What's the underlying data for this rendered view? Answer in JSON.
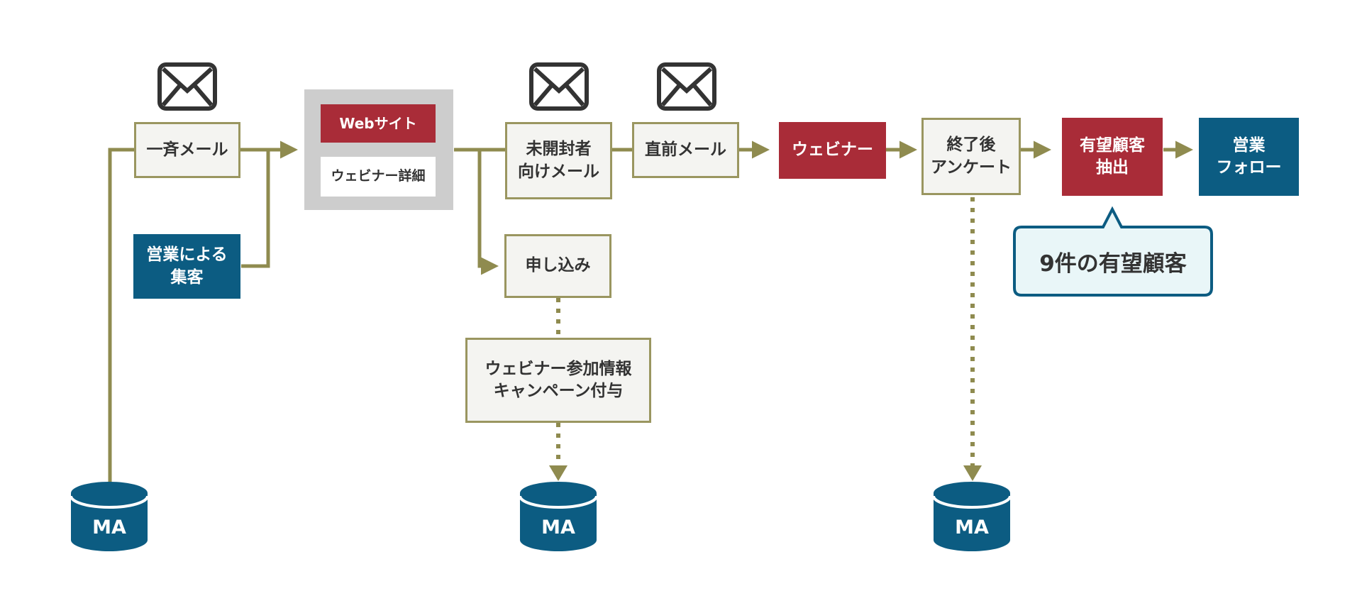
{
  "colors": {
    "olive": "#8f8b4f",
    "red": "#a92c38",
    "blue": "#0c5c82",
    "light_box_fill": "#f4f4f1",
    "callout_fill": "#e9f6f8",
    "frame_grey": "#cdcdcd"
  },
  "nodes": {
    "bulk_mail": "一斉メール",
    "sales_attract": "営業による\n集客",
    "website": "Webサイト",
    "webinar_detail": "ウェビナー詳細",
    "unopened_mail": "未開封者\n向けメール",
    "last_minute_mail": "直前メール",
    "webinar": "ウェビナー",
    "post_survey": "終了後\nアンケート",
    "prospect_extract": "有望顧客\n抽出",
    "sales_follow": "営業\nフォロー",
    "apply": "申し込み",
    "campaign_info": "ウェビナー参加情報\nキャンペーン付与"
  },
  "callout": "9件の有望顧客",
  "databases": [
    "MA",
    "MA",
    "MA"
  ],
  "icons": [
    "envelope-icon",
    "envelope-icon",
    "envelope-icon",
    "database-icon"
  ]
}
